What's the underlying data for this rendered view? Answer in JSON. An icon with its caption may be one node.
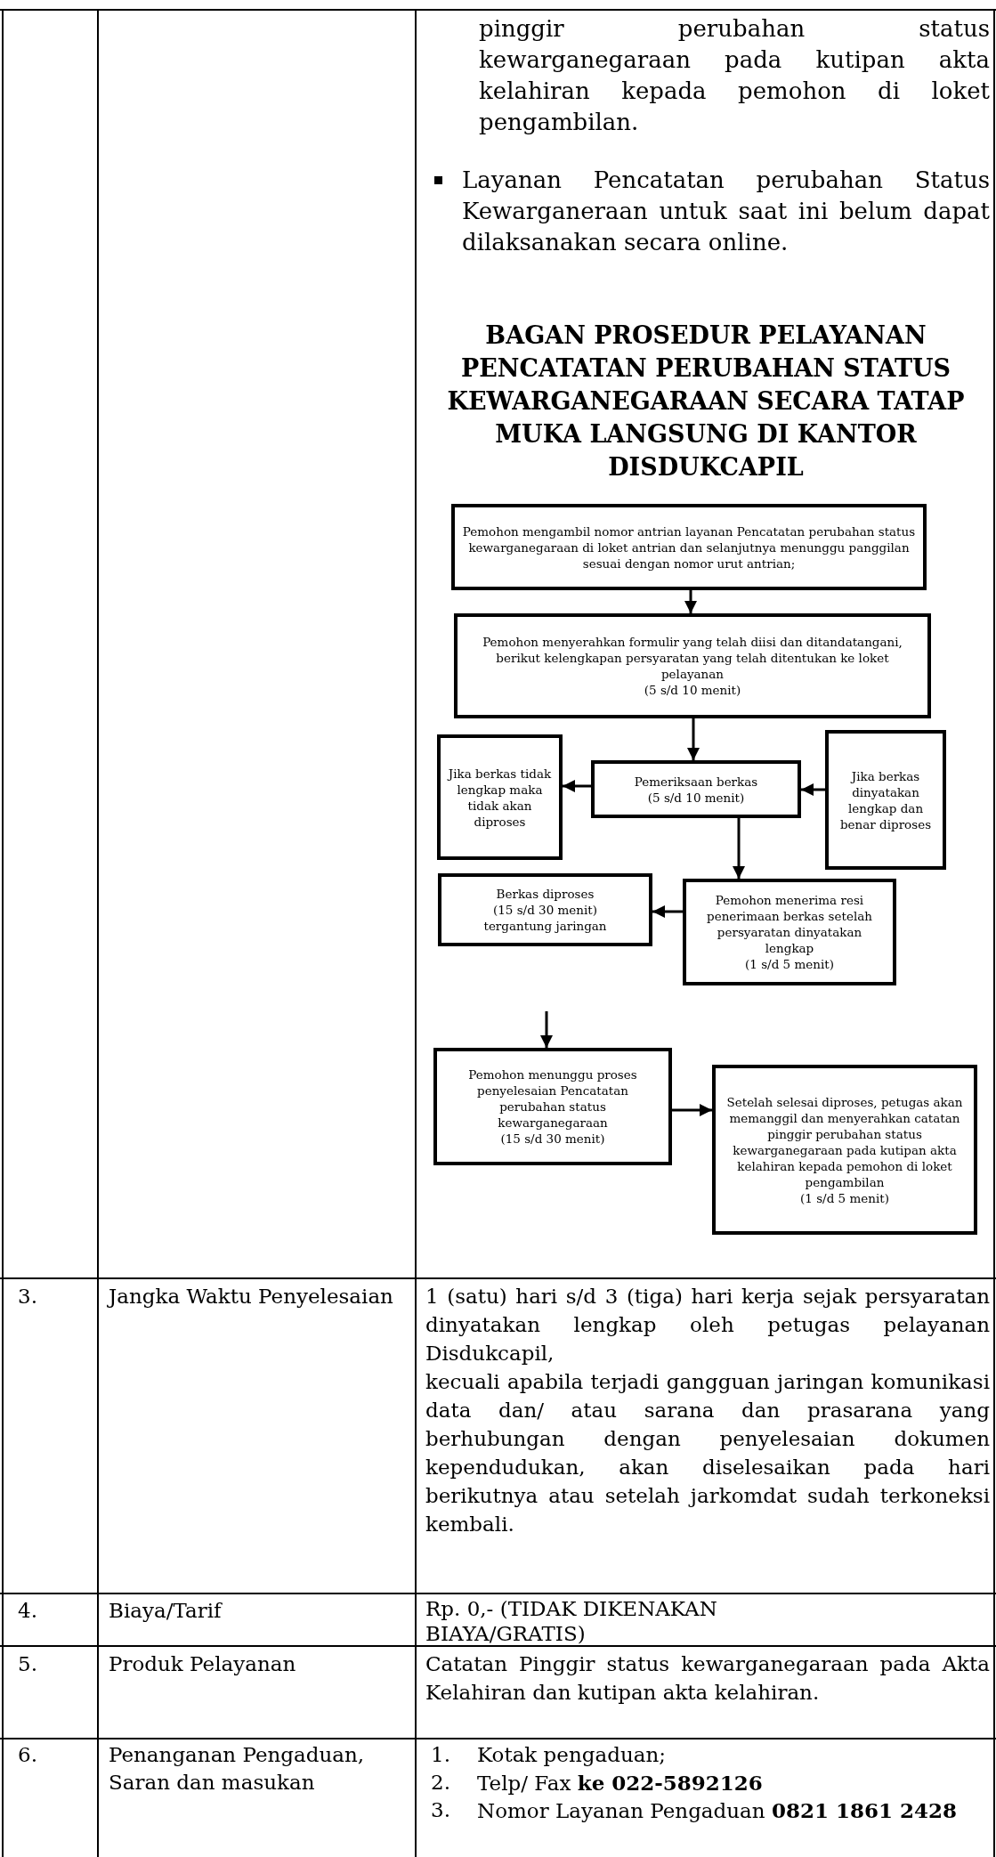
{
  "diagram": {
    "title": "BAGAN PROSEDUR PELAYANAN PENCATATAN PERUBAHAN STATUS KEWARGANEGARAAN SECARA TATAP MUKA LANGSUNG DI KANTOR DISDUKCAPIL",
    "nodes": [
      {
        "text": [
          "Pemohon mengambil nomor antrian layanan Pencatatan perubahan status kewarganegaraan di loket antrian dan selanjutnya menunggu panggilan sesuai dengan nomor urut antrian;"
        ]
      },
      {
        "text": [
          "Pemohon menyerahkan formulir yang telah diisi dan ditandatangani,  berikut kelengkapan persyaratan yang telah ditentukan ke loket pelayanan",
          "(5 s/d 10 menit)"
        ]
      },
      {
        "text": [
          "Jika berkas tidak lengkap maka tidak akan diproses"
        ]
      },
      {
        "text": [
          "Pemeriksaan berkas",
          "(5 s/d 10 menit)"
        ]
      },
      {
        "text": [
          "Jika berkas dinyatakan lengkap dan benar diproses"
        ]
      },
      {
        "text": [
          "Berkas diproses",
          "(15 s/d 30 menit)",
          "tergantung jaringan"
        ]
      },
      {
        "text": [
          "Pemohon menerima resi penerimaan berkas setelah persyaratan dinyatakan lengkap",
          "(1 s/d 5 menit)"
        ]
      },
      {
        "text": [
          "Pemohon menunggu proses penyelesaian Pencatatan perubahan status kewarganegaraan",
          "(15 s/d 30 menit)"
        ]
      },
      {
        "text": [
          "Setelah selesai diproses, petugas akan memanggil dan menyerahkan catatan pinggir perubahan status kewarganegaraan pada kutipan akta kelahiran  kepada pemohon di loket pengambilan",
          "(1 s/d 5 menit)"
        ]
      }
    ],
    "edges": [
      {
        "from": 0,
        "to": 1,
        "arrow": "to"
      },
      {
        "from": 1,
        "to": 3,
        "arrow": "to"
      },
      {
        "from": 3,
        "to": 2,
        "arrow": "to"
      },
      {
        "from": 4,
        "to": 3,
        "arrow": "to"
      },
      {
        "from": 3,
        "to": 6,
        "arrow": "to"
      },
      {
        "from": 6,
        "to": 5,
        "arrow": "to"
      },
      {
        "from": null,
        "to": 7,
        "arrow": "to"
      },
      {
        "from": 7,
        "to": 8,
        "arrow": "to"
      }
    ],
    "labels": [
      "pinggir perubahan status kewarganegaraan pada kutipan akta kelahiran  kepada pemohon di loket pengambilan.",
      "Layanan Pencatatan perubahan Status Kewarganeraan untuk saat ini belum dapat dilaksanakan secara online.",
      "3.",
      "Jangka Waktu Penyelesaian",
      "1 (satu) hari  s/d 3 (tiga) hari kerja sejak persyaratan dinyatakan lengkap oleh petugas pelayanan Disdukcapil,",
      "kecuali apabila terjadi gangguan jaringan komunikasi data dan/ atau sarana dan prasarana yang berhubungan dengan penyelesaian dokumen kependudukan, akan diselesaikan pada hari berikutnya atau setelah jarkomdat sudah terkoneksi kembali.",
      "4.",
      "Biaya/Tarif",
      "Rp. 0,- (TIDAK DIKENAKAN BIAYA/GRATIS)",
      "5.",
      "Produk Pelayanan",
      "Catatan Pinggir status kewarganegaraan pada  Akta Kelahiran dan kutipan akta kelahiran.",
      "6.",
      "Penanganan Pengaduan, Saran dan masukan",
      "1.",
      "Kotak pengaduan;",
      "2.",
      "Telp/ Fax **ke 022-5892126**",
      "3.",
      "Nomor Layanan Pengaduan **0821 1861 2428**"
    ]
  }
}
